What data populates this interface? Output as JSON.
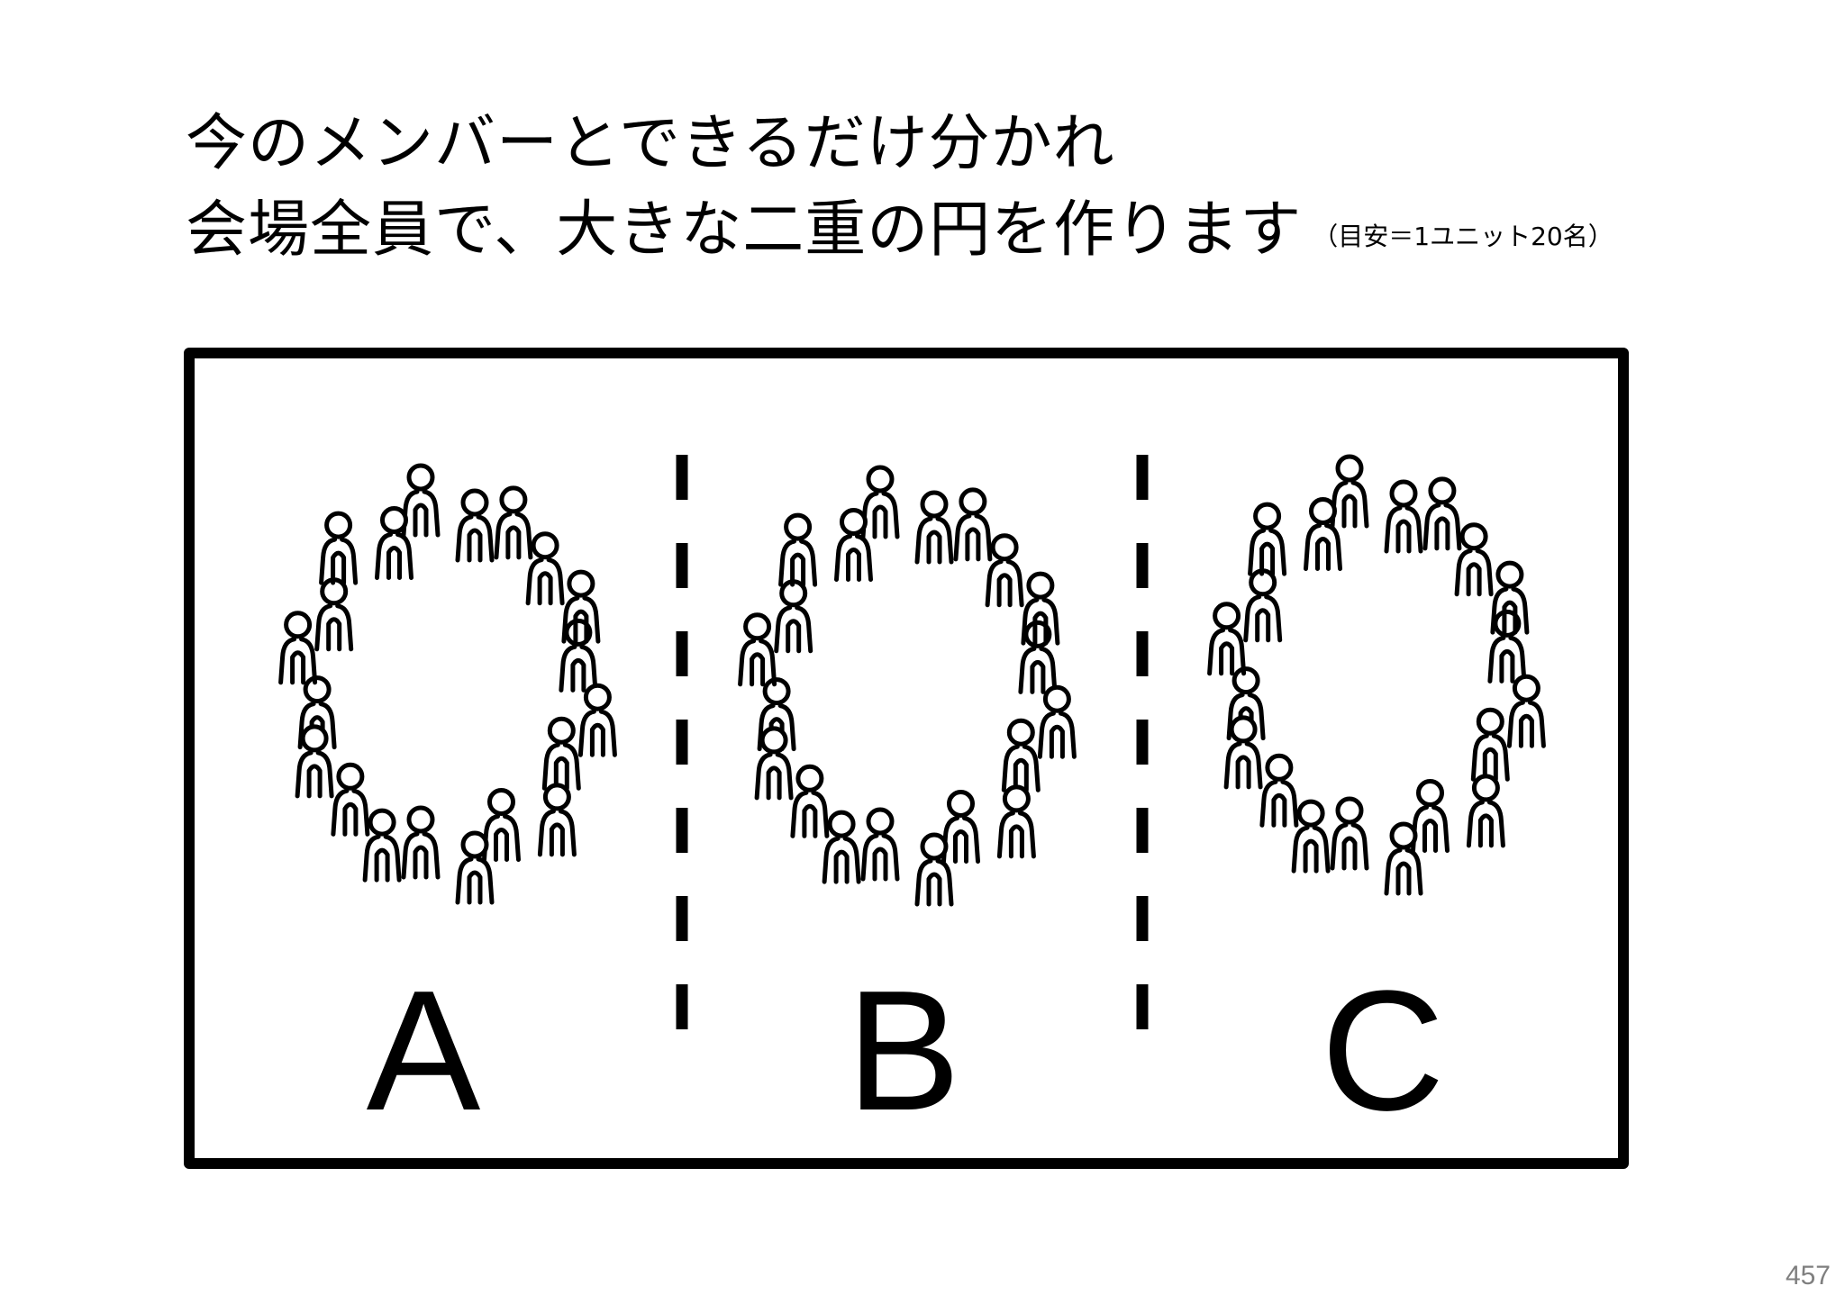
{
  "title": {
    "line1": "今のメンバーとできるだけ分かれ",
    "line2": "会場全員で、大きな二重の円を作ります",
    "note": "（目安＝1ユニット20名）"
  },
  "units": [
    {
      "label": "A",
      "people_count": 20
    },
    {
      "label": "B",
      "people_count": 20
    },
    {
      "label": "C",
      "people_count": 20
    }
  ],
  "page_number": "457",
  "colors": {
    "ink": "#000000",
    "background": "#ffffff",
    "page_number": "#7f7f7f"
  }
}
